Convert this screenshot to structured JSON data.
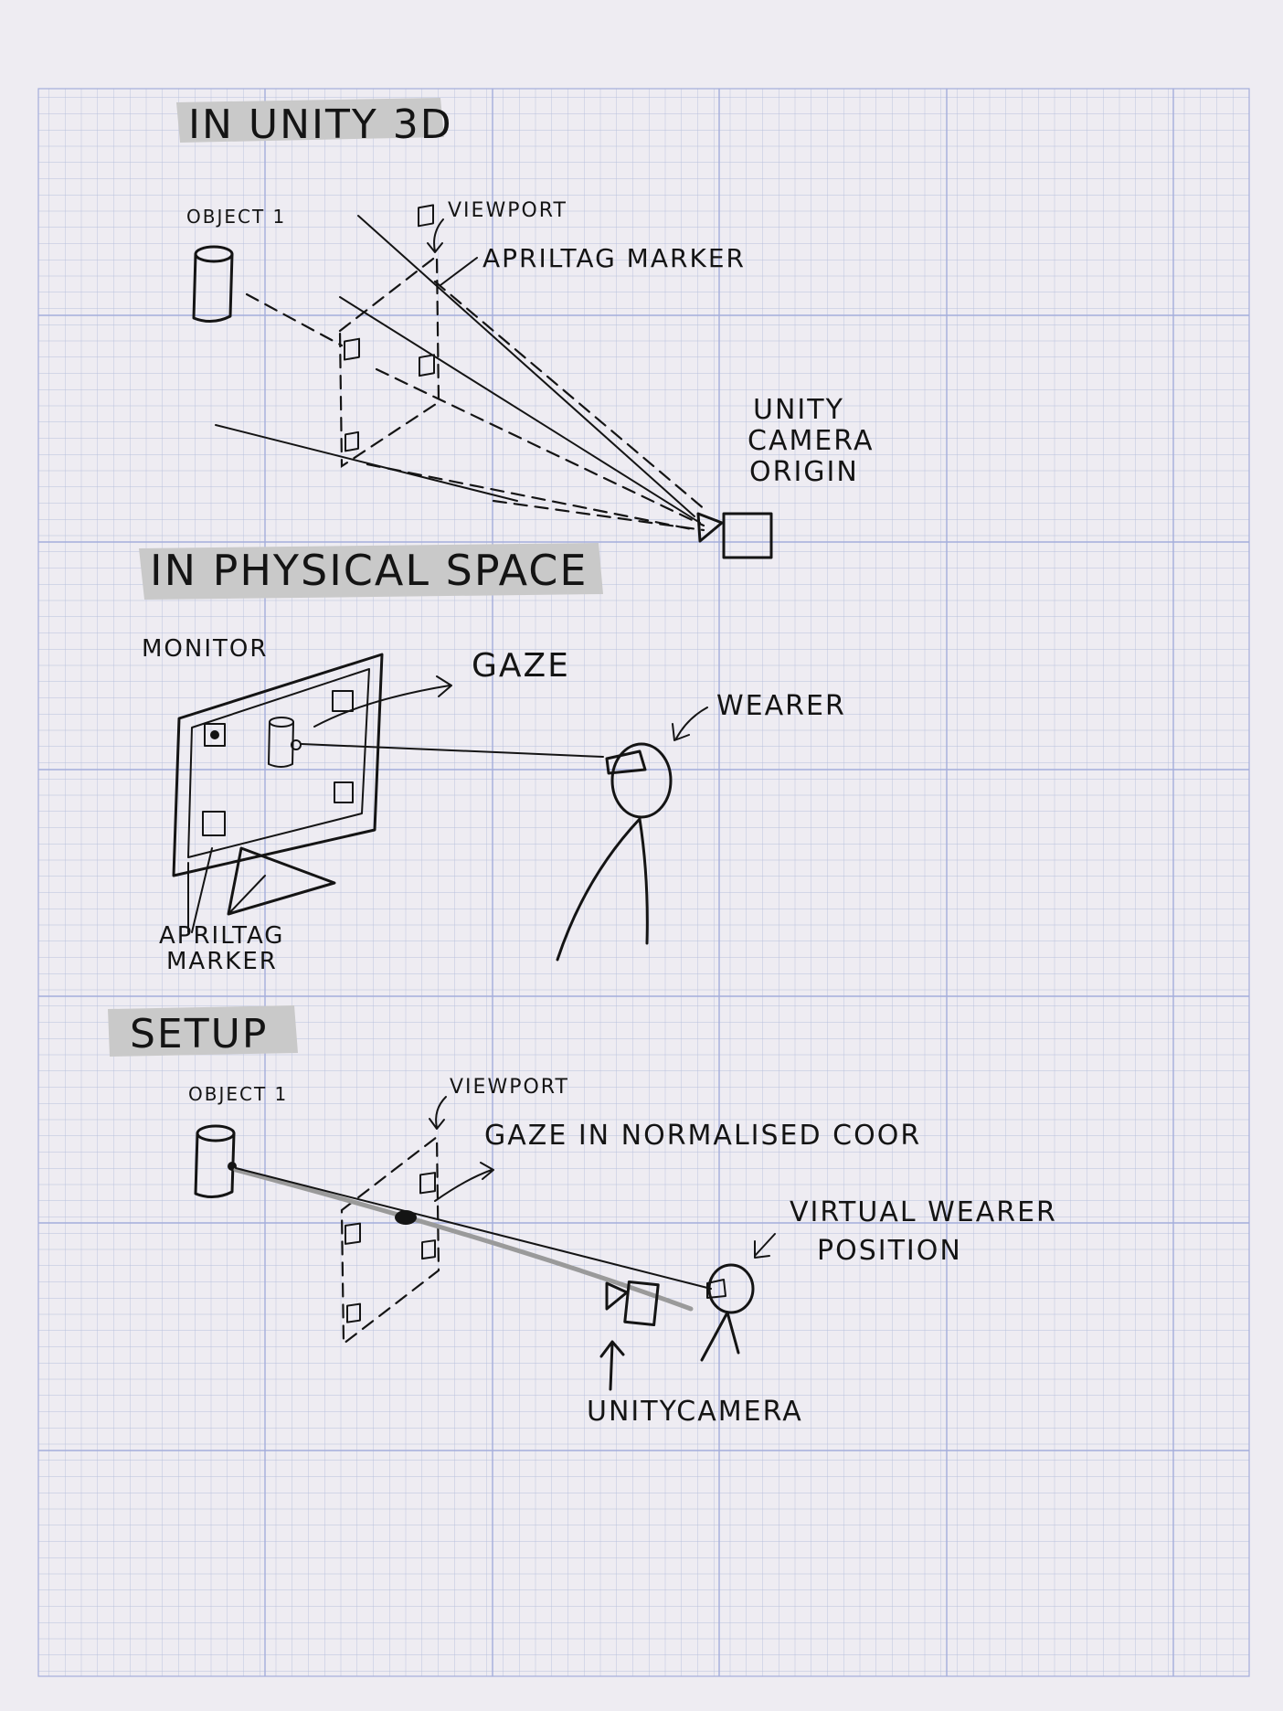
{
  "sections": {
    "unity3d": {
      "heading": "IN UNITY 3D",
      "object_label": "OBJECT 1",
      "viewport_label": "VIEWPORT",
      "marker_label": "APRILTAG MARKER",
      "camera_label_line1": "UNITY",
      "camera_label_line2": "CAMERA",
      "camera_label_line3": "ORIGIN"
    },
    "physical": {
      "heading": "IN PHYSICAL SPACE",
      "monitor_label": "MONITOR",
      "gaze_label": "GAZE",
      "wearer_label": "WEARER",
      "marker_label_line1": "APRILTAG",
      "marker_label_line2": "MARKER"
    },
    "setup": {
      "heading": "SETUP",
      "object_label": "OBJECT 1",
      "viewport_label": "VIEWPORT",
      "gaze_label": "GAZE IN NORMALISED COOR",
      "virtual_label_line1": "VIRTUAL WEARER",
      "virtual_label_line2": "POSITION",
      "camera_label": "UNITYCAMERA"
    }
  },
  "colors": {
    "paper": "#eeecf2",
    "grid": "#b7bfdc",
    "ink": "#141414",
    "banner": "#c9c9c9"
  }
}
